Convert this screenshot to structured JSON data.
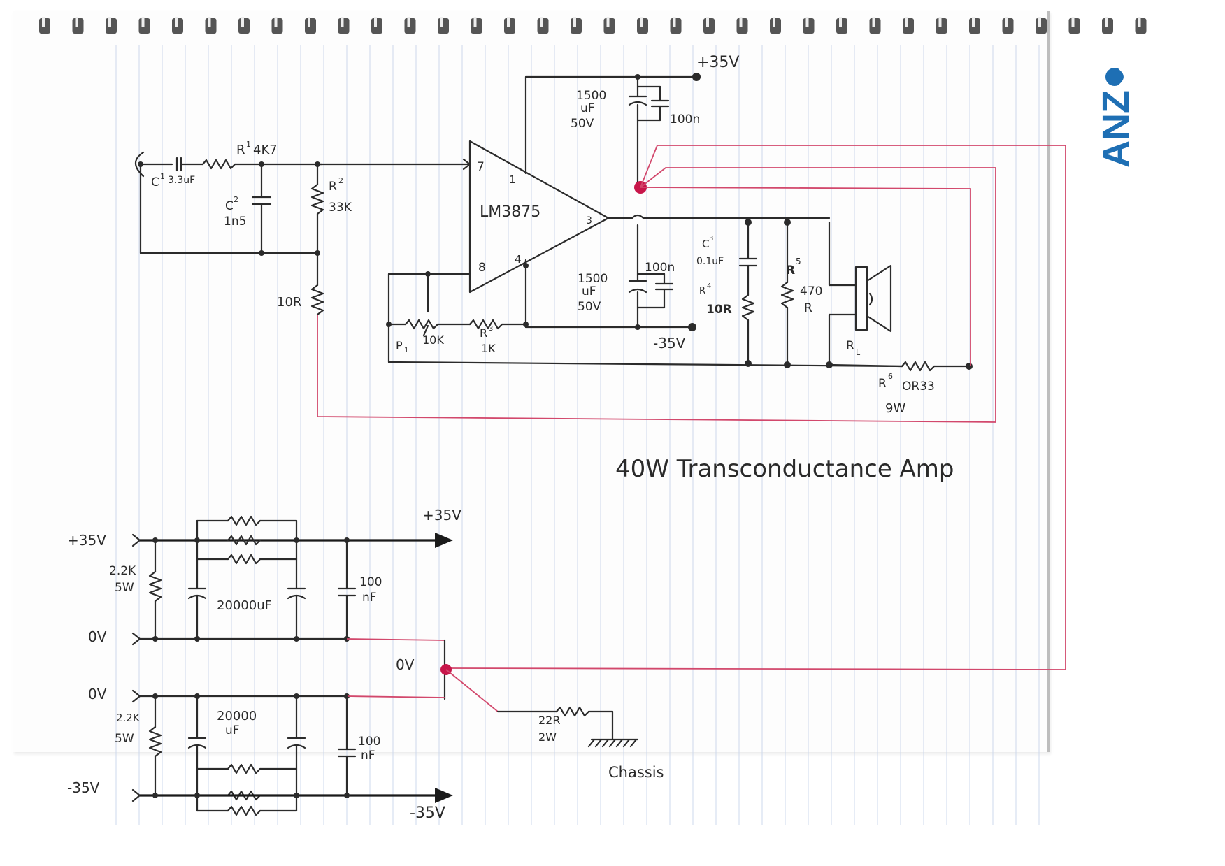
{
  "brand": {
    "logo_text": "ANZ",
    "color": "#1e6fb4"
  },
  "title": "40W Transconductance Amp",
  "colors": {
    "ink": "#2b2b2b",
    "ground_wire": "#d2486c",
    "ground_star": "#c8164a",
    "rules": "#cdd8ec",
    "logo": "#1e6fb4"
  },
  "amplifier": {
    "ic": "LM3875",
    "pins": {
      "noninv": "7",
      "vplus": "1",
      "out": "3",
      "inv": "8",
      "vminus": "4"
    },
    "rails": {
      "pos": "+35V",
      "neg": "-35V"
    },
    "input": {
      "c1": "C",
      "c1_sup": "1",
      "c1_val": "3.3uF",
      "r1": "R",
      "r1_sup": "1",
      "r1_val": "4K7",
      "c2": "C",
      "c2_sup": "2",
      "c2_val": "1n5",
      "r2": "R",
      "r2_sup": "2",
      "r2_val": "33K",
      "r_gnd": "10R"
    },
    "pos_decoupling": {
      "elec": [
        "1500",
        "uF",
        "50V"
      ],
      "film": "100n"
    },
    "neg_decoupling": {
      "elec": [
        "1500",
        "uF",
        "50V"
      ],
      "film": "100n"
    },
    "feedback": {
      "p1": "P",
      "p1_sub": "1",
      "p1_val": "10K",
      "r3": "R",
      "r3_sup": "3",
      "r3_val": "1K"
    },
    "zobel": {
      "c3": "C",
      "c3_sup": "3",
      "c3_val": "0.1uF",
      "r4": "R",
      "r4_sup": "4",
      "r4_val": "10R"
    },
    "r5": {
      "label": "R",
      "sup": "5",
      "val": [
        "470",
        "R"
      ]
    },
    "load": {
      "label": "R",
      "sub": "L"
    },
    "r6": {
      "label": "R",
      "sup": "6",
      "val": "OR33",
      "power": "9W"
    }
  },
  "psu": {
    "top": {
      "rail_in": "+35V",
      "rail_out": "+35V",
      "zero": "0V",
      "bleeder": [
        "2.2K",
        "5W"
      ],
      "cap": "20000uF",
      "film": [
        "100",
        "nF"
      ]
    },
    "bottom": {
      "zero": "0V",
      "rail_in": "-35V",
      "rail_out": "-35V",
      "bleeder": [
        "2.2K",
        "5W"
      ],
      "cap": [
        "20000",
        "uF"
      ],
      "film": [
        "100",
        "nF"
      ]
    },
    "star": "0V",
    "chassis_r": [
      "22R",
      "2W"
    ],
    "chassis_label": "Chassis"
  }
}
